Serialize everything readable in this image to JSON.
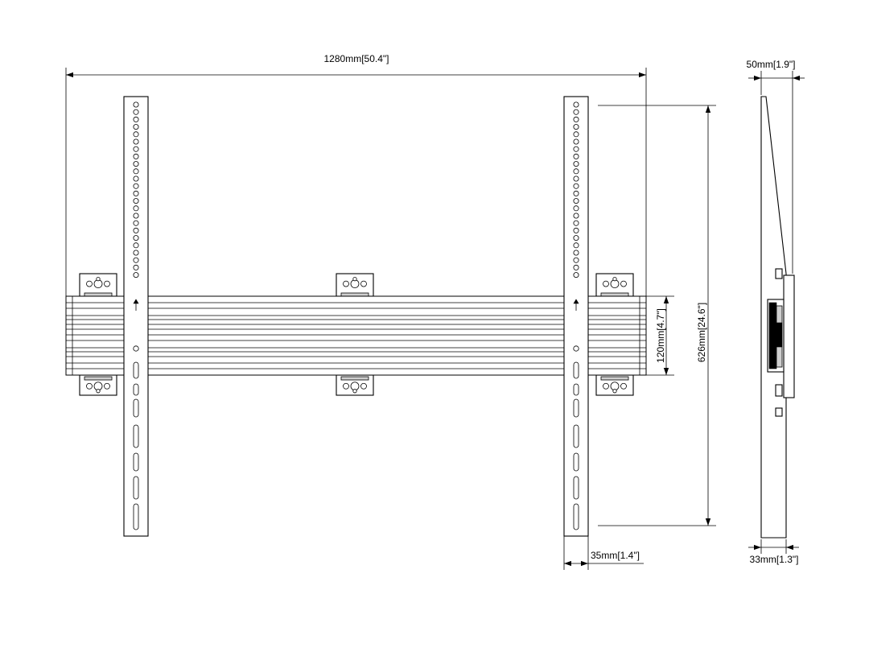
{
  "dimensions": {
    "overall_width": "1280mm[50.4\"]",
    "depth": "50mm[1.9\"]",
    "overall_height": "626mm[24.6\"]",
    "rail_height": "120mm[4.7\"]",
    "arm_width": "35mm[1.4\"]",
    "min_depth": "33mm[1.3\"]"
  }
}
